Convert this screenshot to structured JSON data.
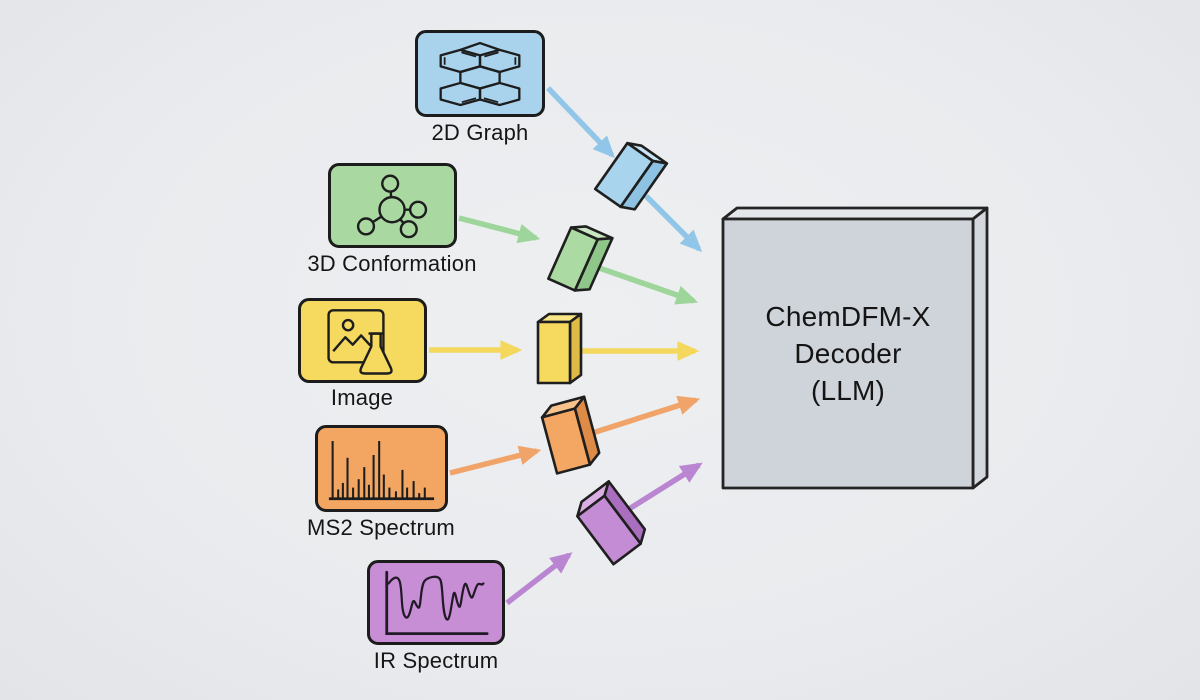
{
  "background": "#e9ebee",
  "modalities": [
    {
      "label": "2D Graph",
      "box": "#a9d2ec",
      "arrow": "#92c6e8",
      "adapter_front": "#a9d4ee",
      "adapter_top": "#c9e4f6",
      "adapter_side": "#8ec2e2"
    },
    {
      "label": "3D Conformation",
      "box": "#aad8a1",
      "arrow": "#9dd59a",
      "adapter_front": "#abdaa3",
      "adapter_top": "#c9e8c1",
      "adapter_side": "#8fc689"
    },
    {
      "label": "Image",
      "box": "#f6d95f",
      "arrow": "#f4d75d",
      "adapter_front": "#f6d95f",
      "adapter_top": "#f9e687",
      "adapter_side": "#dfba45"
    },
    {
      "label": "MS2 Spectrum",
      "box": "#f3a662",
      "arrow": "#f1a469",
      "adapter_front": "#f3a763",
      "adapter_top": "#f7c28c",
      "adapter_side": "#de8b47"
    },
    {
      "label": "IR Spectrum",
      "box": "#c78ed6",
      "arrow": "#bb86d1",
      "adapter_front": "#c48cd4",
      "adapter_top": "#d9afe4",
      "adapter_side": "#aa6ebf"
    }
  ],
  "decoder": {
    "line1": "ChemDFM-X",
    "line2": "Decoder",
    "line3": "(LLM)",
    "front": "#cfd4db",
    "top": "#e3e6ea",
    "side": "#d4d8de"
  }
}
